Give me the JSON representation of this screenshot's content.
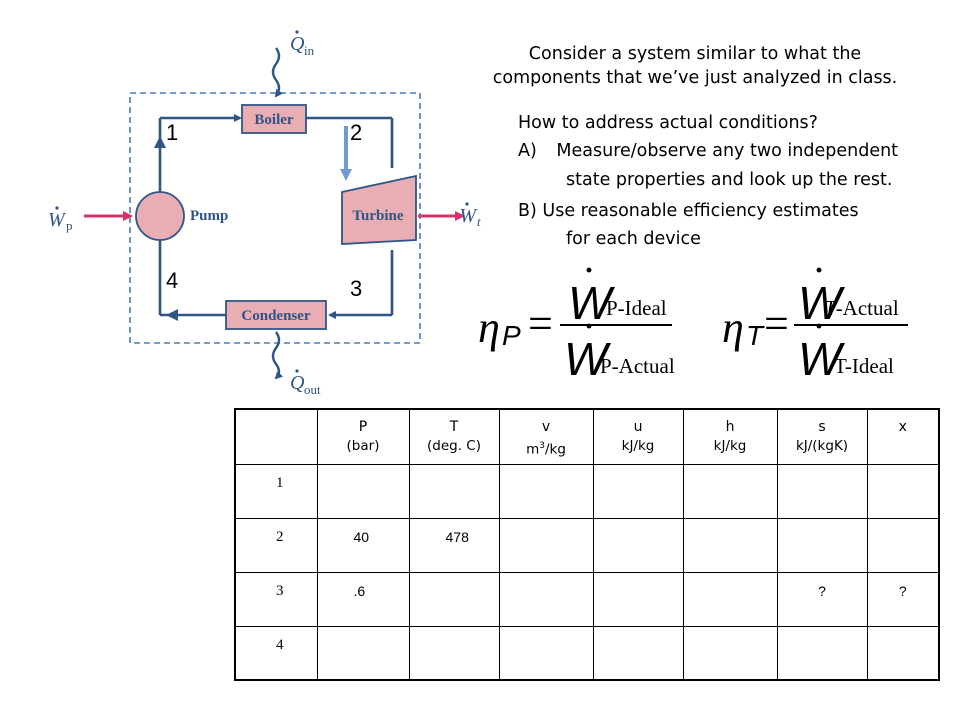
{
  "diagram": {
    "boiler": "Boiler",
    "pump": "Pump",
    "turbine": "Turbine",
    "condenser": "Condenser",
    "q_in_symbol": "Q",
    "q_in_sub": "in",
    "q_out_symbol": "Q",
    "q_out_sub": "out",
    "wp_symbol": "W",
    "wp_sub": "p",
    "wt_symbol": "W",
    "wt_sub": "t",
    "state_1": "1",
    "state_2": "2",
    "state_3": "3",
    "state_4": "4",
    "colors": {
      "pipe": "#2f5587",
      "component_fill": "#e8aeb3",
      "work_arrow": "#d6336c",
      "highlight_arrow": "#6f9bd1",
      "boundary": "#4a7ab8"
    }
  },
  "text": {
    "intro_line1": "Consider a system similar to what the",
    "intro_line2": "components that we’ve just analyzed in class.",
    "question": "How to address actual conditions?",
    "option_a_marker": "A)",
    "option_a_line1": "Measure/observe any two independent",
    "option_a_line2": "state properties and look up the rest.",
    "option_b_line1": "B) Use reasonable efficiency estimates",
    "option_b_line2": "for each device"
  },
  "equations": {
    "pump": {
      "eta": "η",
      "eta_sub": "P",
      "equals": "=",
      "num_symbol": "W",
      "num_sub": "P-Ideal",
      "den_symbol": "W",
      "den_sub": "P-Actual"
    },
    "turbine": {
      "eta": "η",
      "eta_sub": "T",
      "equals": "=",
      "num_symbol": "W",
      "num_sub_italic": "T",
      "num_sub": "-Actual",
      "den_symbol": "W",
      "den_sub": "T-Ideal"
    }
  },
  "table": {
    "headers": [
      {
        "top": "",
        "bottom": ""
      },
      {
        "top": "P",
        "bottom": "(bar)"
      },
      {
        "top": "T",
        "bottom": "(deg. C)"
      },
      {
        "top": "v",
        "bottom_pre": "m",
        "bottom_sup": "3",
        "bottom_post": "/kg"
      },
      {
        "top": "u",
        "bottom": "kJ/kg"
      },
      {
        "top": "h",
        "bottom": "kJ/kg"
      },
      {
        "top": "s",
        "bottom": "kJ/(kgK)"
      },
      {
        "top": "x",
        "bottom": ""
      }
    ],
    "rows": [
      [
        "1",
        "",
        "",
        "",
        "",
        "",
        "",
        ""
      ],
      [
        "2",
        "40",
        "478",
        "",
        "",
        "",
        "",
        ""
      ],
      [
        "3",
        ".6",
        "",
        "",
        "",
        "",
        "?",
        "?"
      ],
      [
        "4",
        "",
        "",
        "",
        "",
        "",
        "",
        ""
      ]
    ]
  }
}
